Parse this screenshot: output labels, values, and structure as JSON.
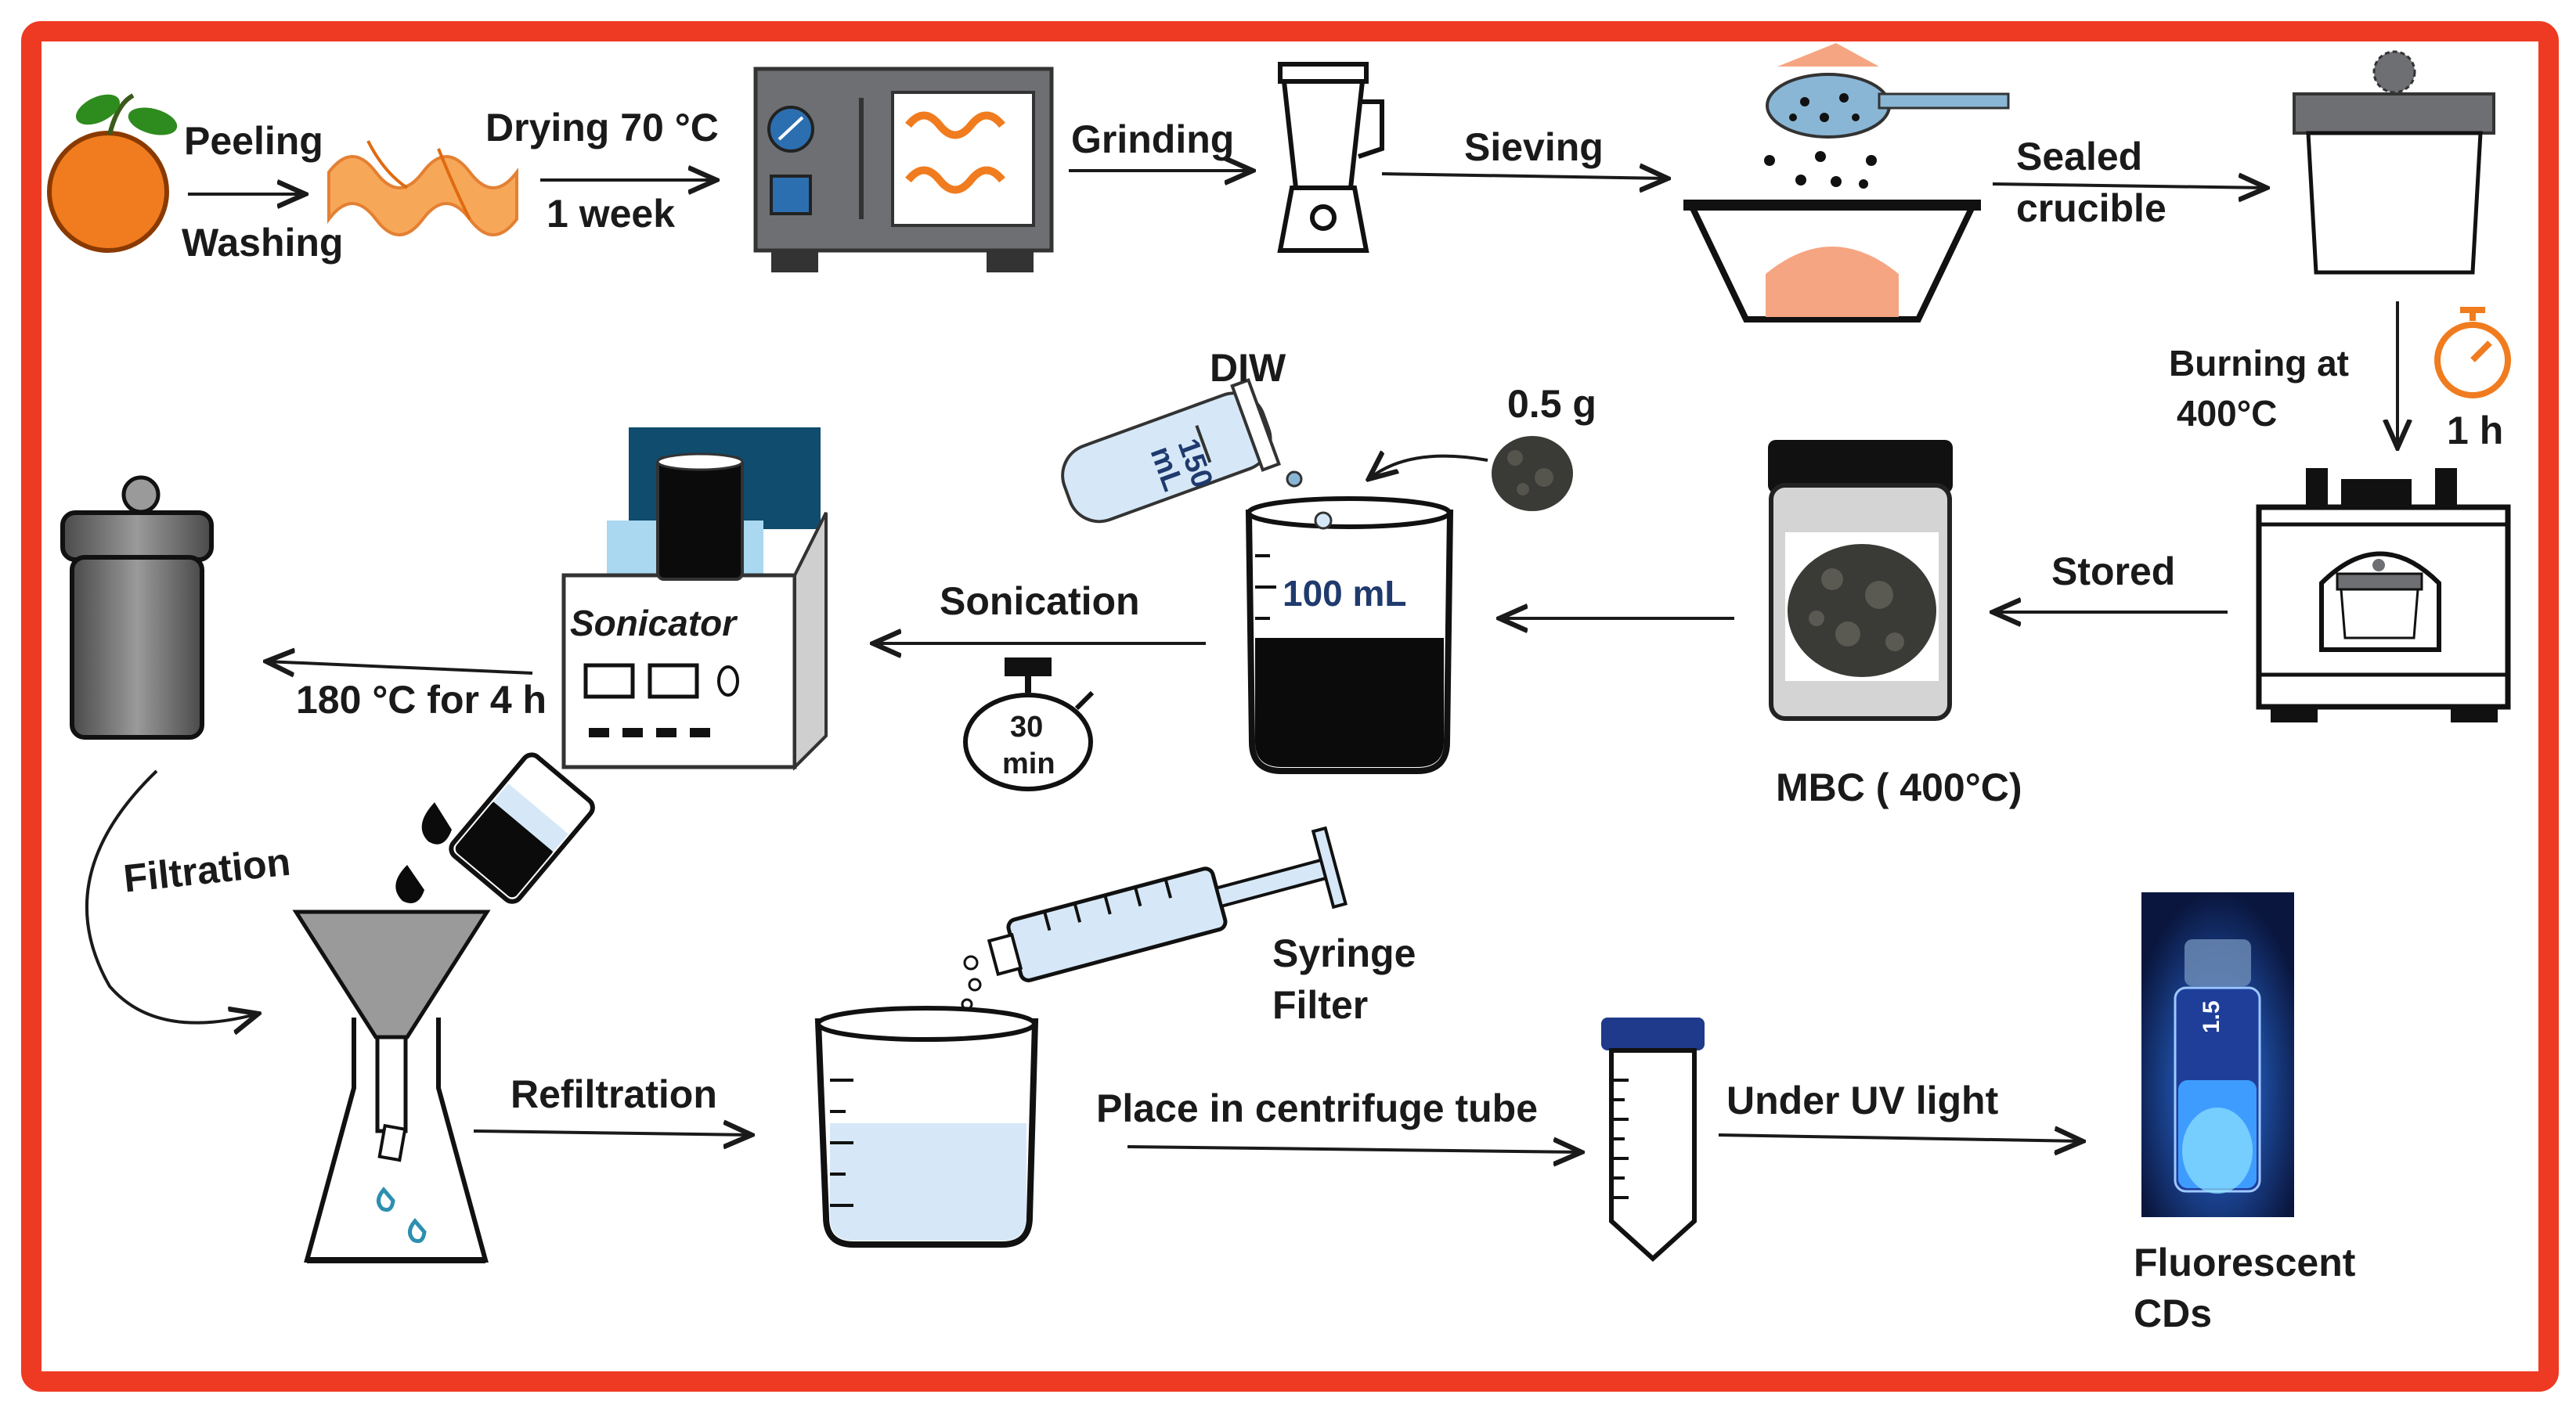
{
  "labels": {
    "peeling": "Peeling",
    "washing": "Washing",
    "drying": "Drying 70 °C",
    "one_week": "1 week",
    "grinding": "Grinding",
    "sieving": "Sieving",
    "sealed": "Sealed",
    "crucible": "crucible",
    "burning_at": "Burning at",
    "temp_400": "400°C",
    "one_hour": "1 h",
    "stored": "Stored",
    "mbc": "MBC ( 400°C)",
    "diw": "DIW",
    "mass": "0.5 g",
    "volume_150": "150",
    "ml": "mL",
    "volume_100": "100 mL",
    "sonication": "Sonication",
    "timer_30": "30",
    "timer_min": "min",
    "sonicator": "Sonicator",
    "hydrothermal": "180 °C for 4 h",
    "filtration": "Filtration",
    "refiltration": "Refiltration",
    "syringe": "Syringe",
    "filter": "Filter",
    "centrifuge": "Place in centrifuge tube",
    "uv": "Under UV light",
    "fluorescent": "Fluorescent",
    "cds": "CDs",
    "vial_mark": "1.5"
  },
  "colors": {
    "frame": "#ee3a22",
    "orange": "#f07c1f",
    "leaf": "#2e8b1e",
    "dark": "#111111",
    "liquid_light": "#d6e8f7",
    "powder_pink": "#f6a582",
    "oven_gray": "#6d6f73",
    "uv_blue": "#2f7dff"
  },
  "icons": [
    "orange-fruit-icon",
    "orange-peel-icon",
    "drying-oven-icon",
    "blender-icon",
    "sieve-spoon-icon",
    "bowl-icon",
    "crucible-icon",
    "stopwatch-icon",
    "muffle-furnace-icon",
    "mbc-jar-icon",
    "powder-icon",
    "diw-tube-icon",
    "beaker-icon",
    "timer-icon",
    "sonicator-icon",
    "autoclave-icon",
    "pouring-beaker-icon",
    "filter-funnel-flask-icon",
    "syringe-icon",
    "centrifuge-tube-icon",
    "uv-vial-photo"
  ]
}
